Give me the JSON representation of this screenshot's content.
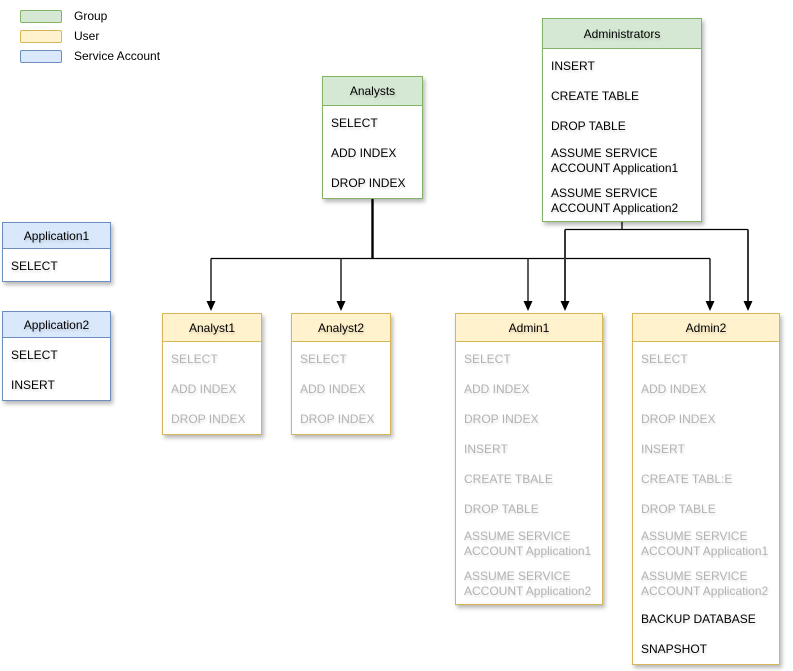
{
  "legend": [
    {
      "label": "Group",
      "swatch": "group-swatch",
      "fill": "#d5e8d4",
      "stroke": "#82b366"
    },
    {
      "label": "User",
      "swatch": "user-swatch",
      "fill": "#fff2cc",
      "stroke": "#d6b656"
    },
    {
      "label": "Service Account",
      "swatch": "service-account-swatch",
      "fill": "#dae8fc",
      "stroke": "#6c8ebf"
    }
  ],
  "boxes": {
    "analysts": {
      "title": "Analysts",
      "kind": "group",
      "items": [
        {
          "text": "SELECT"
        },
        {
          "text": "ADD INDEX"
        },
        {
          "text": "DROP INDEX"
        }
      ]
    },
    "administrators": {
      "title": "Administrators",
      "kind": "group",
      "items": [
        {
          "text": "INSERT"
        },
        {
          "text": "CREATE TABLE"
        },
        {
          "text": "DROP TABLE"
        },
        {
          "text": "ASSUME SERVICE ACCOUNT Application1",
          "two_line": true
        },
        {
          "text": "ASSUME SERVICE ACCOUNT Application2",
          "two_line": true
        }
      ]
    },
    "application1": {
      "title": "Application1",
      "kind": "service-account",
      "items": [
        {
          "text": "SELECT"
        }
      ]
    },
    "application2": {
      "title": "Application2",
      "kind": "service-account",
      "items": [
        {
          "text": "SELECT"
        },
        {
          "text": "INSERT"
        }
      ]
    },
    "analyst1": {
      "title": "Analyst1",
      "kind": "user",
      "items": [
        {
          "text": "SELECT",
          "muted": true
        },
        {
          "text": "ADD INDEX",
          "muted": true
        },
        {
          "text": "DROP INDEX",
          "muted": true
        }
      ]
    },
    "analyst2": {
      "title": "Analyst2",
      "kind": "user",
      "items": [
        {
          "text": "SELECT",
          "muted": true
        },
        {
          "text": "ADD INDEX",
          "muted": true
        },
        {
          "text": "DROP INDEX",
          "muted": true
        }
      ]
    },
    "admin1": {
      "title": "Admin1",
      "kind": "user",
      "items": [
        {
          "text": "SELECT",
          "muted": true
        },
        {
          "text": "ADD INDEX",
          "muted": true
        },
        {
          "text": "DROP INDEX",
          "muted": true
        },
        {
          "text": "INSERT",
          "muted": true
        },
        {
          "text": "CREATE TBALE",
          "muted": true
        },
        {
          "text": "DROP TABLE",
          "muted": true
        },
        {
          "text": "ASSUME SERVICE ACCOUNT Application1",
          "muted": true,
          "two_line": true
        },
        {
          "text": "ASSUME SERVICE ACCOUNT Application2",
          "muted": true,
          "two_line": true
        }
      ]
    },
    "admin2": {
      "title": "Admin2",
      "kind": "user",
      "items": [
        {
          "text": "SELECT",
          "muted": true
        },
        {
          "text": "ADD INDEX",
          "muted": true
        },
        {
          "text": "DROP INDEX",
          "muted": true
        },
        {
          "text": "INSERT",
          "muted": true
        },
        {
          "text": "CREATE TABL:E",
          "muted": true
        },
        {
          "text": "DROP TABLE",
          "muted": true
        },
        {
          "text": "ASSUME SERVICE ACCOUNT Application1",
          "muted": true,
          "two_line": true
        },
        {
          "text": "ASSUME SERVICE ACCOUNT Application2",
          "muted": true,
          "two_line": true
        },
        {
          "text": "BACKUP DATABASE"
        },
        {
          "text": "SNAPSHOT"
        }
      ]
    }
  },
  "edges": [
    {
      "from": "Analysts",
      "to": [
        "Analyst1",
        "Analyst2",
        "Admin1",
        "Admin2"
      ]
    },
    {
      "from": "Administrators",
      "to": [
        "Admin1",
        "Admin2"
      ]
    }
  ],
  "colors": {
    "group_fill": "#d5e8d4",
    "group_stroke": "#82b366",
    "user_fill": "#fff2cc",
    "user_stroke": "#d6b656",
    "service_fill": "#dae8fc",
    "service_stroke": "#6c8ebf",
    "muted_text": "#b3b3b3",
    "connector": "#000000",
    "background": "#ffffff"
  }
}
